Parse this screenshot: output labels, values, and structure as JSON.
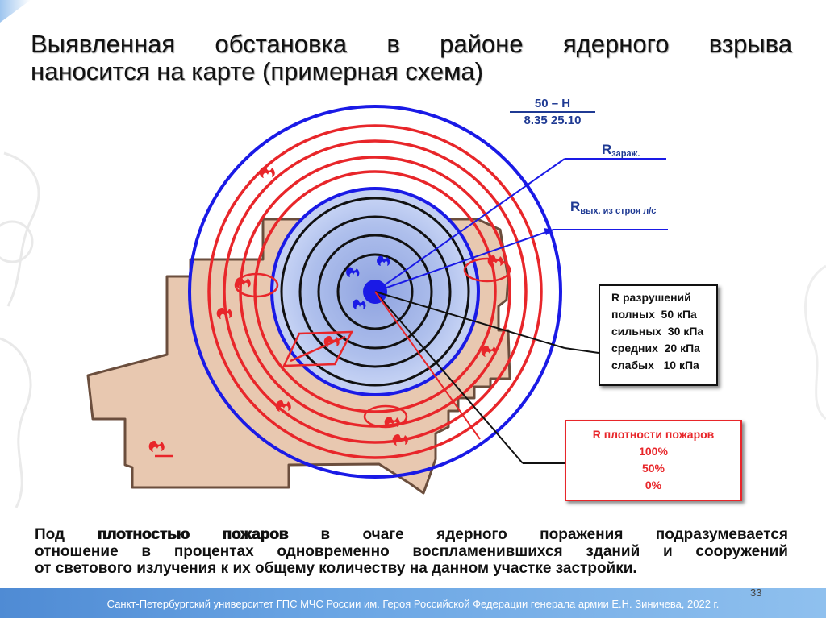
{
  "slide": {
    "title_line1": "Выявленная обстановка в районе ядерного взрыва",
    "title_line2": "наносится на карте (примерная схема)",
    "page_number": "33",
    "footer": "Санкт-Петербургский университет ГПС МЧС России им. Героя Российской Федерации генерала армии Е.Н. Зиничева, 2022 г."
  },
  "diagram": {
    "fraction_numerator": "50 – Н",
    "fraction_denominator": "8.35  25.10",
    "r_contamination": "R",
    "r_contamination_sub": "зараж.",
    "r_casualty": "R",
    "r_casualty_sub": "вых. из строя л/с",
    "destruction_box": {
      "title": "R разрушений",
      "rows": [
        "полных  50 кПа",
        "сильных  30 кПа",
        "средних  20 кПа",
        "слабых   10 кПа"
      ]
    },
    "fire_box": {
      "title": "R плотности пожаров",
      "rows": [
        "100%",
        "50%",
        "0%"
      ]
    },
    "colors": {
      "blue_circle": "#1a1ae6",
      "red_circle": "#e8262a",
      "dark_circle": "#111111",
      "built_area": "#e8c8b0",
      "built_border": "#6b4e3d",
      "center_fill": "#a9bbe8",
      "label_blue": "#1f3a93"
    }
  },
  "description": {
    "prefix": "Под ",
    "highlight": "плотностью пожаров",
    "line1_rest": " в очаге ядерного поражения подразумевается",
    "line2": "отношение в процентах одновременно воспламенившихся зданий и сооружений",
    "line3": "от светового излучения к их общему количеству на данном участке застройки."
  }
}
